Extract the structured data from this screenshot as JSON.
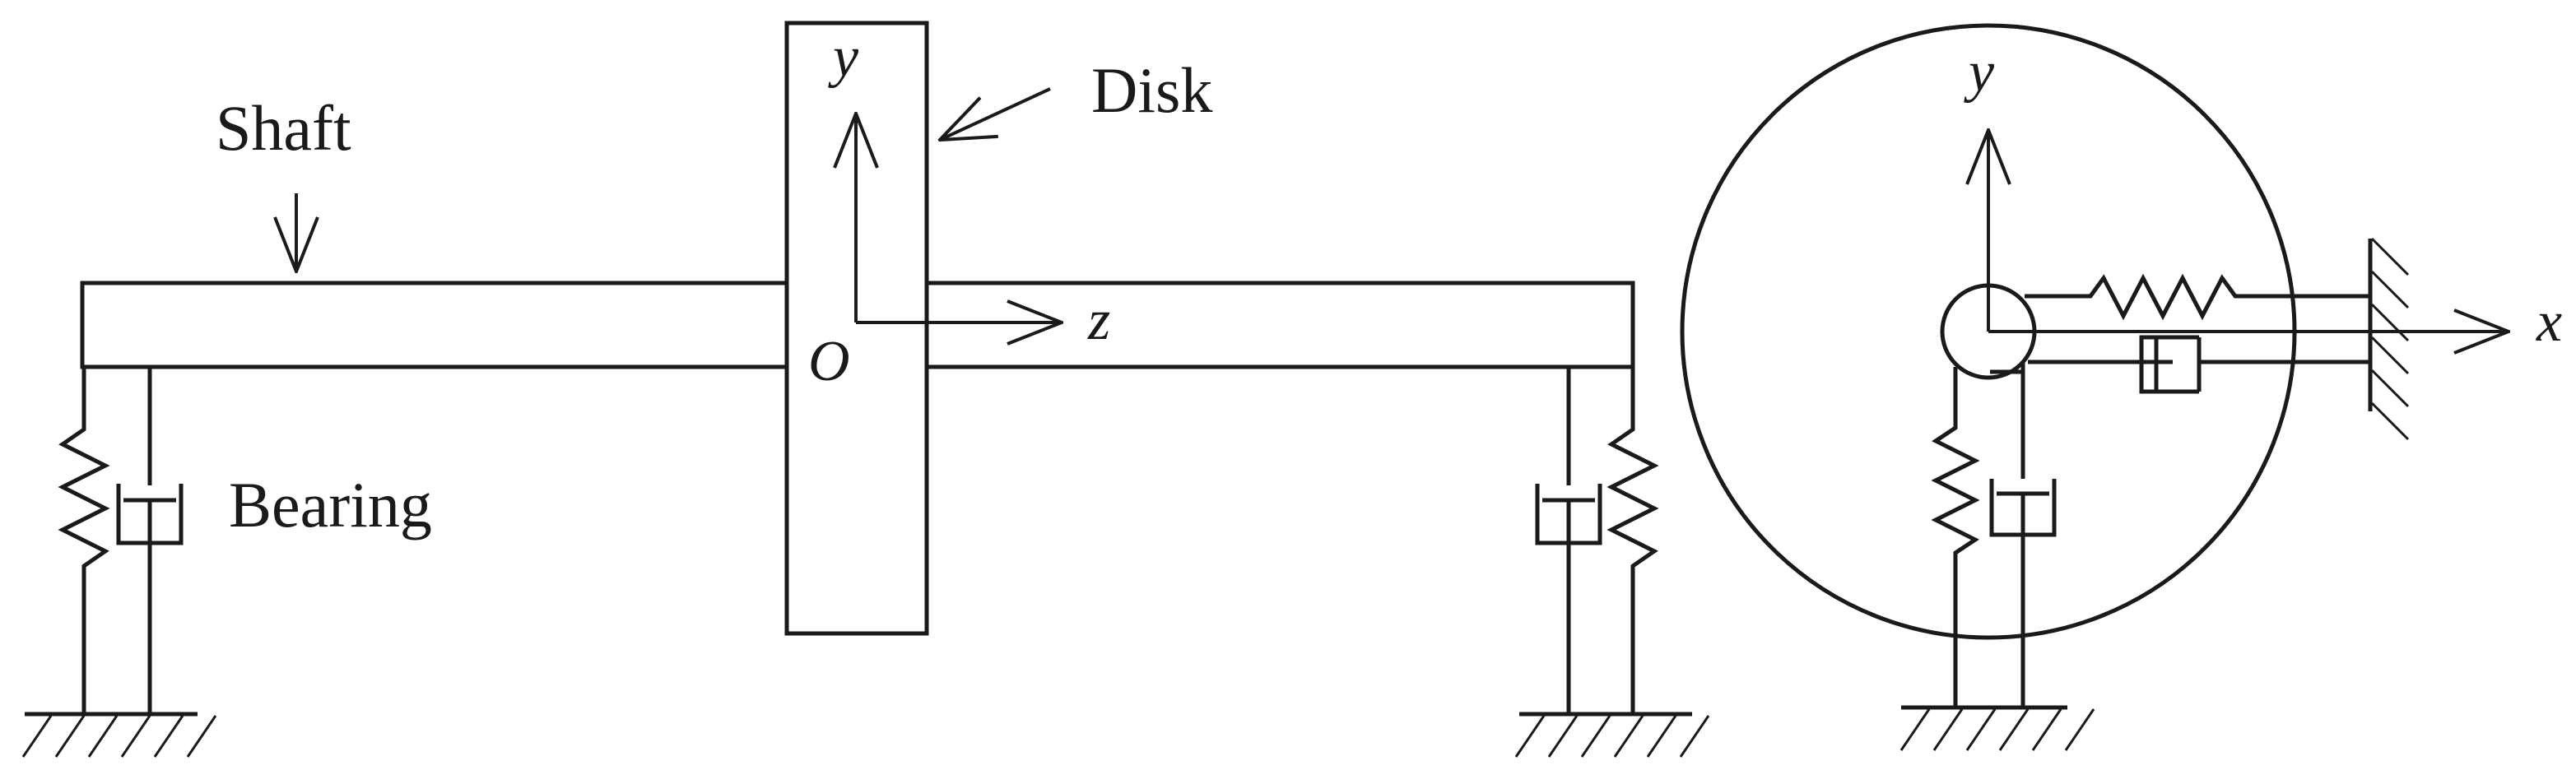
{
  "labels": {
    "shaft": "Shaft",
    "disk": "Disk",
    "bearing": "Bearing",
    "origin": "O"
  },
  "axes": {
    "side_view": {
      "vertical": "y",
      "horizontal": "z"
    },
    "end_view": {
      "vertical": "y",
      "horizontal": "x"
    }
  }
}
